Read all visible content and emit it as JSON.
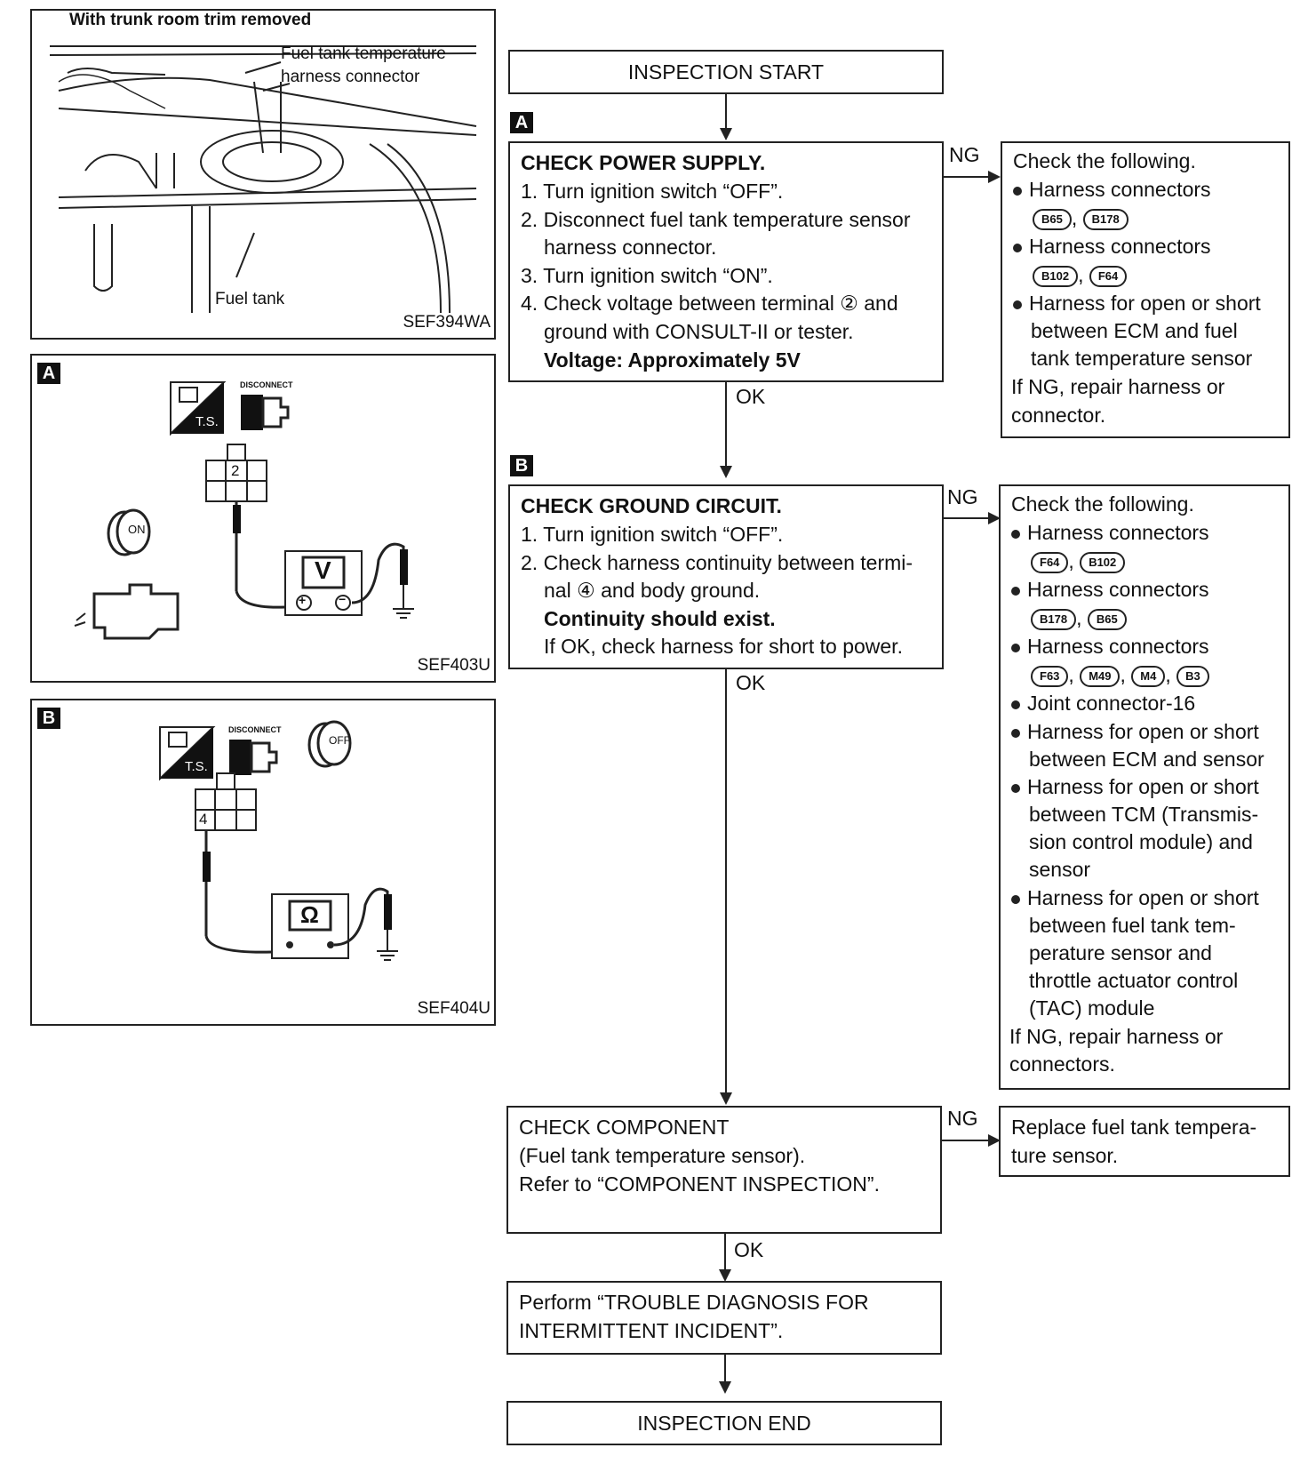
{
  "left_panels": {
    "top": {
      "heading": "With trunk room trim removed",
      "callout_1": "Fuel tank temperature",
      "callout_2": "harness connector",
      "callout_3": "Fuel tank",
      "code": "SEF394WA"
    },
    "a": {
      "tag": "A",
      "disconnect": "DISCONNECT",
      "ts": "T.S.",
      "on": "ON",
      "pin": "2",
      "meter": "V",
      "code": "SEF403U"
    },
    "b": {
      "tag": "B",
      "disconnect": "DISCONNECT",
      "ts": "T.S.",
      "off": "OFF",
      "pin": "4",
      "meter": "Ω",
      "code": "SEF404U"
    }
  },
  "flow": {
    "start": "INSPECTION START",
    "step_a": {
      "tag": "A",
      "title": "CHECK POWER SUPPLY.",
      "lines": [
        "1. Turn ignition switch “OFF”.",
        "2. Disconnect fuel tank temperature sensor",
        "harness connector.",
        "3. Turn ignition switch “ON”.",
        "4. Check voltage between terminal ② and",
        "ground with CONSULT-II or tester."
      ],
      "spec": "Voltage: Approximately 5V",
      "ng": "NG",
      "ok": "OK"
    },
    "ng_a": {
      "heading": "Check the following.",
      "items": [
        "Harness connectors",
        "Harness connectors",
        "Harness for open or short"
      ],
      "chips_1": [
        "B65",
        "B178"
      ],
      "chips_2": [
        "B102",
        "F64"
      ],
      "item3_lines": [
        "between ECM and fuel",
        "tank temperature sensor"
      ],
      "footer_1": "If NG, repair harness or",
      "footer_2": "connector."
    },
    "step_b": {
      "tag": "B",
      "title": "CHECK GROUND CIRCUIT.",
      "lines": [
        "1. Turn ignition switch “OFF”.",
        "2. Check harness continuity between termi-",
        "nal ④ and body ground."
      ],
      "spec": "Continuity should exist.",
      "note": "If OK, check harness for short to power.",
      "ng": "NG",
      "ok": "OK"
    },
    "ng_b": {
      "heading": "Check the following.",
      "hc": "Harness connectors",
      "chips_1": [
        "F64",
        "B102"
      ],
      "chips_2": [
        "B178",
        "B65"
      ],
      "chips_3": [
        "F63",
        "M49",
        "M4",
        "B3"
      ],
      "joint": "Joint connector-16",
      "open_short": "Harness for open or short",
      "l1": "between ECM and sensor",
      "l2a": "between TCM (Transmis-",
      "l2b": "sion control module) and",
      "l2c": "sensor",
      "l3a": "between fuel tank tem-",
      "l3b": "perature sensor and",
      "l3c": "throttle actuator control",
      "l3d": "(TAC) module",
      "footer_1": "If NG, repair harness or",
      "footer_2": "connectors."
    },
    "component": {
      "l1": "CHECK COMPONENT",
      "l2": "(Fuel tank temperature sensor).",
      "l3": "Refer to “COMPONENT INSPECTION”.",
      "ng": "NG",
      "ok": "OK"
    },
    "replace": {
      "l1": "Replace fuel tank tempera-",
      "l2": "ture sensor."
    },
    "perform": {
      "l1": "Perform “TROUBLE DIAGNOSIS FOR",
      "l2": "INTERMITTENT INCIDENT”."
    },
    "end": "INSPECTION END"
  }
}
